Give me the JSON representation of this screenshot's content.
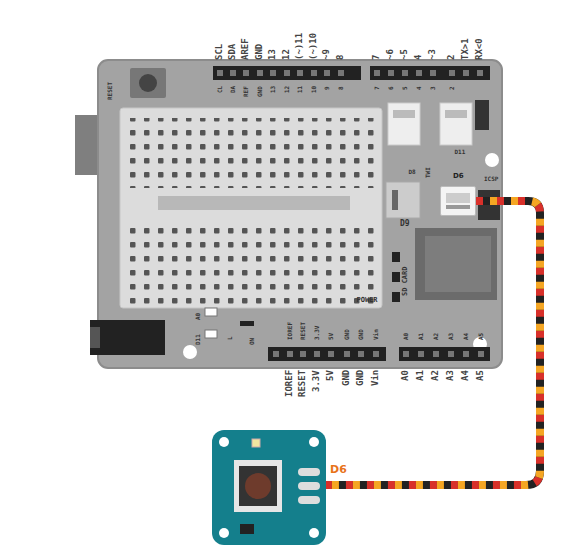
{
  "diagram": {
    "nodes": [
      {
        "text": [
          "D6"
        ]
      },
      {
        "text": [
          "D6"
        ]
      }
    ],
    "edges": [
      {
        "from": 0,
        "to": 1,
        "arrow": "none"
      }
    ],
    "labels": [
      "SCL",
      "SDA",
      "AREF",
      "GND",
      "13",
      "12",
      "(~)11",
      "(~)10",
      "~9",
      "8",
      "7",
      "~6",
      "~5",
      "4",
      "~3",
      "2",
      "TX>1",
      "RX<0",
      "CL",
      "DA",
      "REF",
      "GND",
      "13",
      "12",
      "11",
      "10",
      "9",
      "8",
      "7",
      "6",
      "5",
      "4",
      "3",
      "2",
      "RESET",
      "TWI",
      "D8",
      "D11",
      "D9",
      "ICSP",
      "SD CARD",
      "POWER",
      "A0",
      "D11",
      "L",
      "ON",
      "IOREF",
      "RESET",
      "3.3V",
      "5V",
      "GND",
      "GND",
      "Vin",
      "A0",
      "A1",
      "A2",
      "A3",
      "A4",
      "A5",
      "IOREF",
      "RESET",
      "3.3V",
      "5V",
      "GND",
      "GND",
      "Vin",
      "A0",
      "A1",
      "A2",
      "A3",
      "A4",
      "A5"
    ]
  }
}
